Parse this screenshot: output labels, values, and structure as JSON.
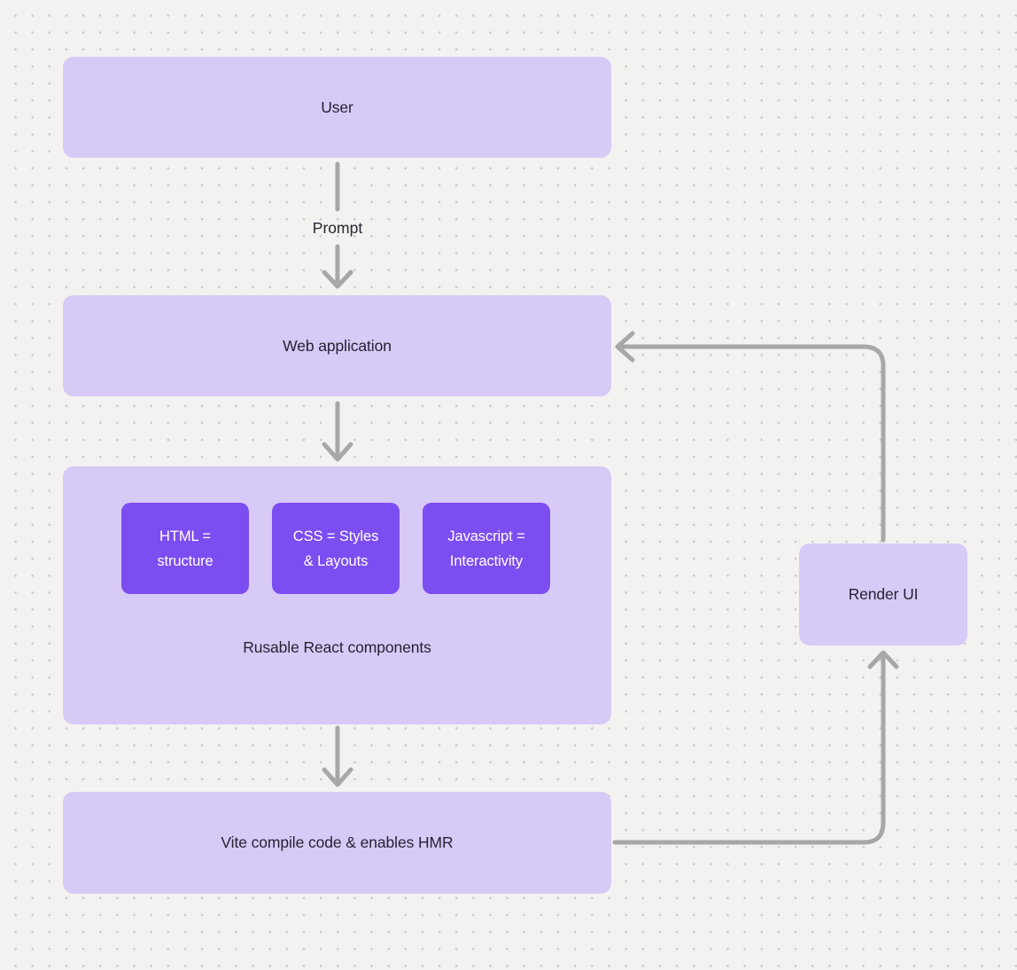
{
  "diagram": {
    "nodes": {
      "user": {
        "label": "User"
      },
      "web_application": {
        "label": "Web application"
      },
      "components": {
        "caption": "Rusable React components",
        "cards": [
          {
            "label": "HTML = structure"
          },
          {
            "label": "CSS = Styles & Layouts"
          },
          {
            "label": "Javascript = Interactivity"
          }
        ]
      },
      "vite": {
        "label": "Vite compile code & enables HMR"
      },
      "render_ui": {
        "label": "Render UI"
      }
    },
    "edges": {
      "prompt_label": "Prompt"
    },
    "colors": {
      "background": "#f3f2f1",
      "dot": "#c9c8c6",
      "node_fill": "#d7caf6",
      "card_fill": "#7c4df0",
      "card_text": "#ffffff",
      "node_text": "#262233",
      "arrow": "#a8a7a5"
    }
  }
}
